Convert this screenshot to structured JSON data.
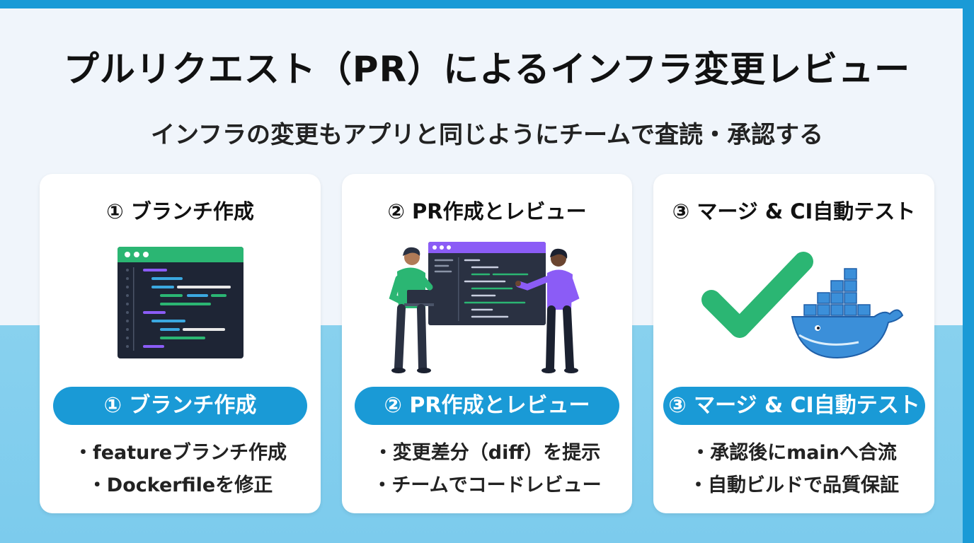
{
  "title": "プルリクエスト（PR）によるインフラ変更レビュー",
  "subtitle": "インフラの変更もアプリと同じようにチームで査読・承認する",
  "colors": {
    "accent": "#1a9ad6",
    "green": "#2bb673",
    "purple": "#8b5cf6",
    "code_bg": "#1e2535"
  },
  "steps": [
    {
      "title": "① ブランチ作成",
      "pill": "① ブランチ作成",
      "bullets": [
        "・featureブランチ作成",
        "・Dockerfileを修正"
      ],
      "icon": "code-editor-window-icon"
    },
    {
      "title": "② PR作成とレビュー",
      "pill": "② PR作成とレビュー",
      "bullets": [
        "・変更差分（diff）を提示",
        "・チームでコードレビュー"
      ],
      "icon": "team-reviewing-code-icon"
    },
    {
      "title": "③ マージ & CI自動テスト",
      "pill": "③ マージ & CI自動テスト",
      "bullets": [
        "・承認後にmainへ合流",
        "・自動ビルドで品質保証"
      ],
      "icon": "checkmark-and-docker-whale-icon"
    }
  ]
}
